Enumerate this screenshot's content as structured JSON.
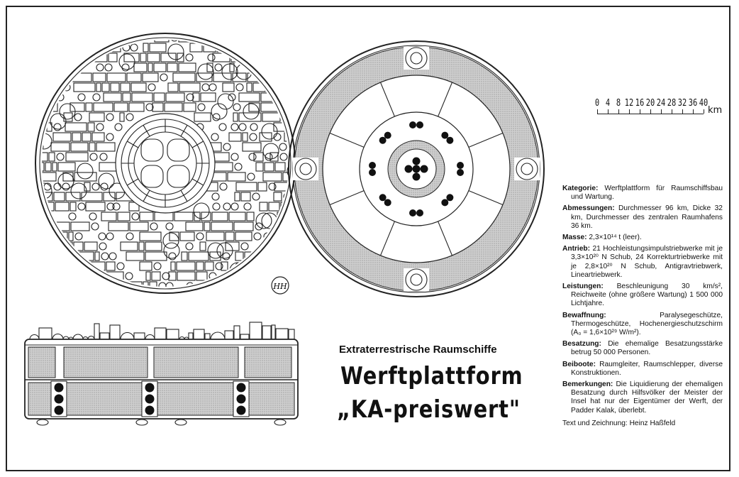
{
  "scale": {
    "ticks": [
      "0",
      "4",
      "8",
      "12",
      "16",
      "20",
      "24",
      "28",
      "32",
      "36",
      "40"
    ],
    "unit": "km"
  },
  "specs": [
    {
      "label": "Kategorie:",
      "text": "Werftplattform für Raumschiffsbau und Wartung."
    },
    {
      "label": "Abmessungen:",
      "text": "Durchmesser 96 km, Dicke 32 km, Durchmesser des zentralen Raumhafens 36 km."
    },
    {
      "label": "Masse:",
      "text": "2,3×10¹⁴ t (leer)."
    },
    {
      "label": "Antrieb:",
      "text": "21 Hochleistungsimpulstriebwerke mit je 3,3×10²⁰ N Schub, 24 Korrekturtriebwerke mit je 2,8×10²⁰ N Schub, Antigravtriebwerk, Lineartriebwerk."
    },
    {
      "label": "Leistungen:",
      "text": "Beschleunigung 30 km/s², Reichweite (ohne größere Wartung) 1 500 000 Lichtjahre."
    },
    {
      "label": "Bewaffnung:",
      "text": "Paralysegeschütze, Thermogeschütze, Hochenergieschutzschirm (A₀ = 1,6×10²⁹ W/m²)."
    },
    {
      "label": "Besatzung:",
      "text": "Die ehemalige Besatzungsstärke betrug 50 000 Personen."
    },
    {
      "label": "Beiboote:",
      "text": "Raumgleiter, Raumschlepper, diverse Konstruktionen."
    },
    {
      "label": "Bemerkungen:",
      "text": "Die Liquidierung der ehemaligen Besatzung durch Hilfsvölker der Meister der Insel hat nur der Eigentümer der Werft, der Padder Kalak, überlebt."
    }
  ],
  "credit": "Text und Zeichnung: Heinz Haßfeld",
  "series": "Extraterrestrische Raumschiffe",
  "title_line1": "Werftplattform",
  "title_line2": "„KA-preiswert\"",
  "signature": "HH"
}
